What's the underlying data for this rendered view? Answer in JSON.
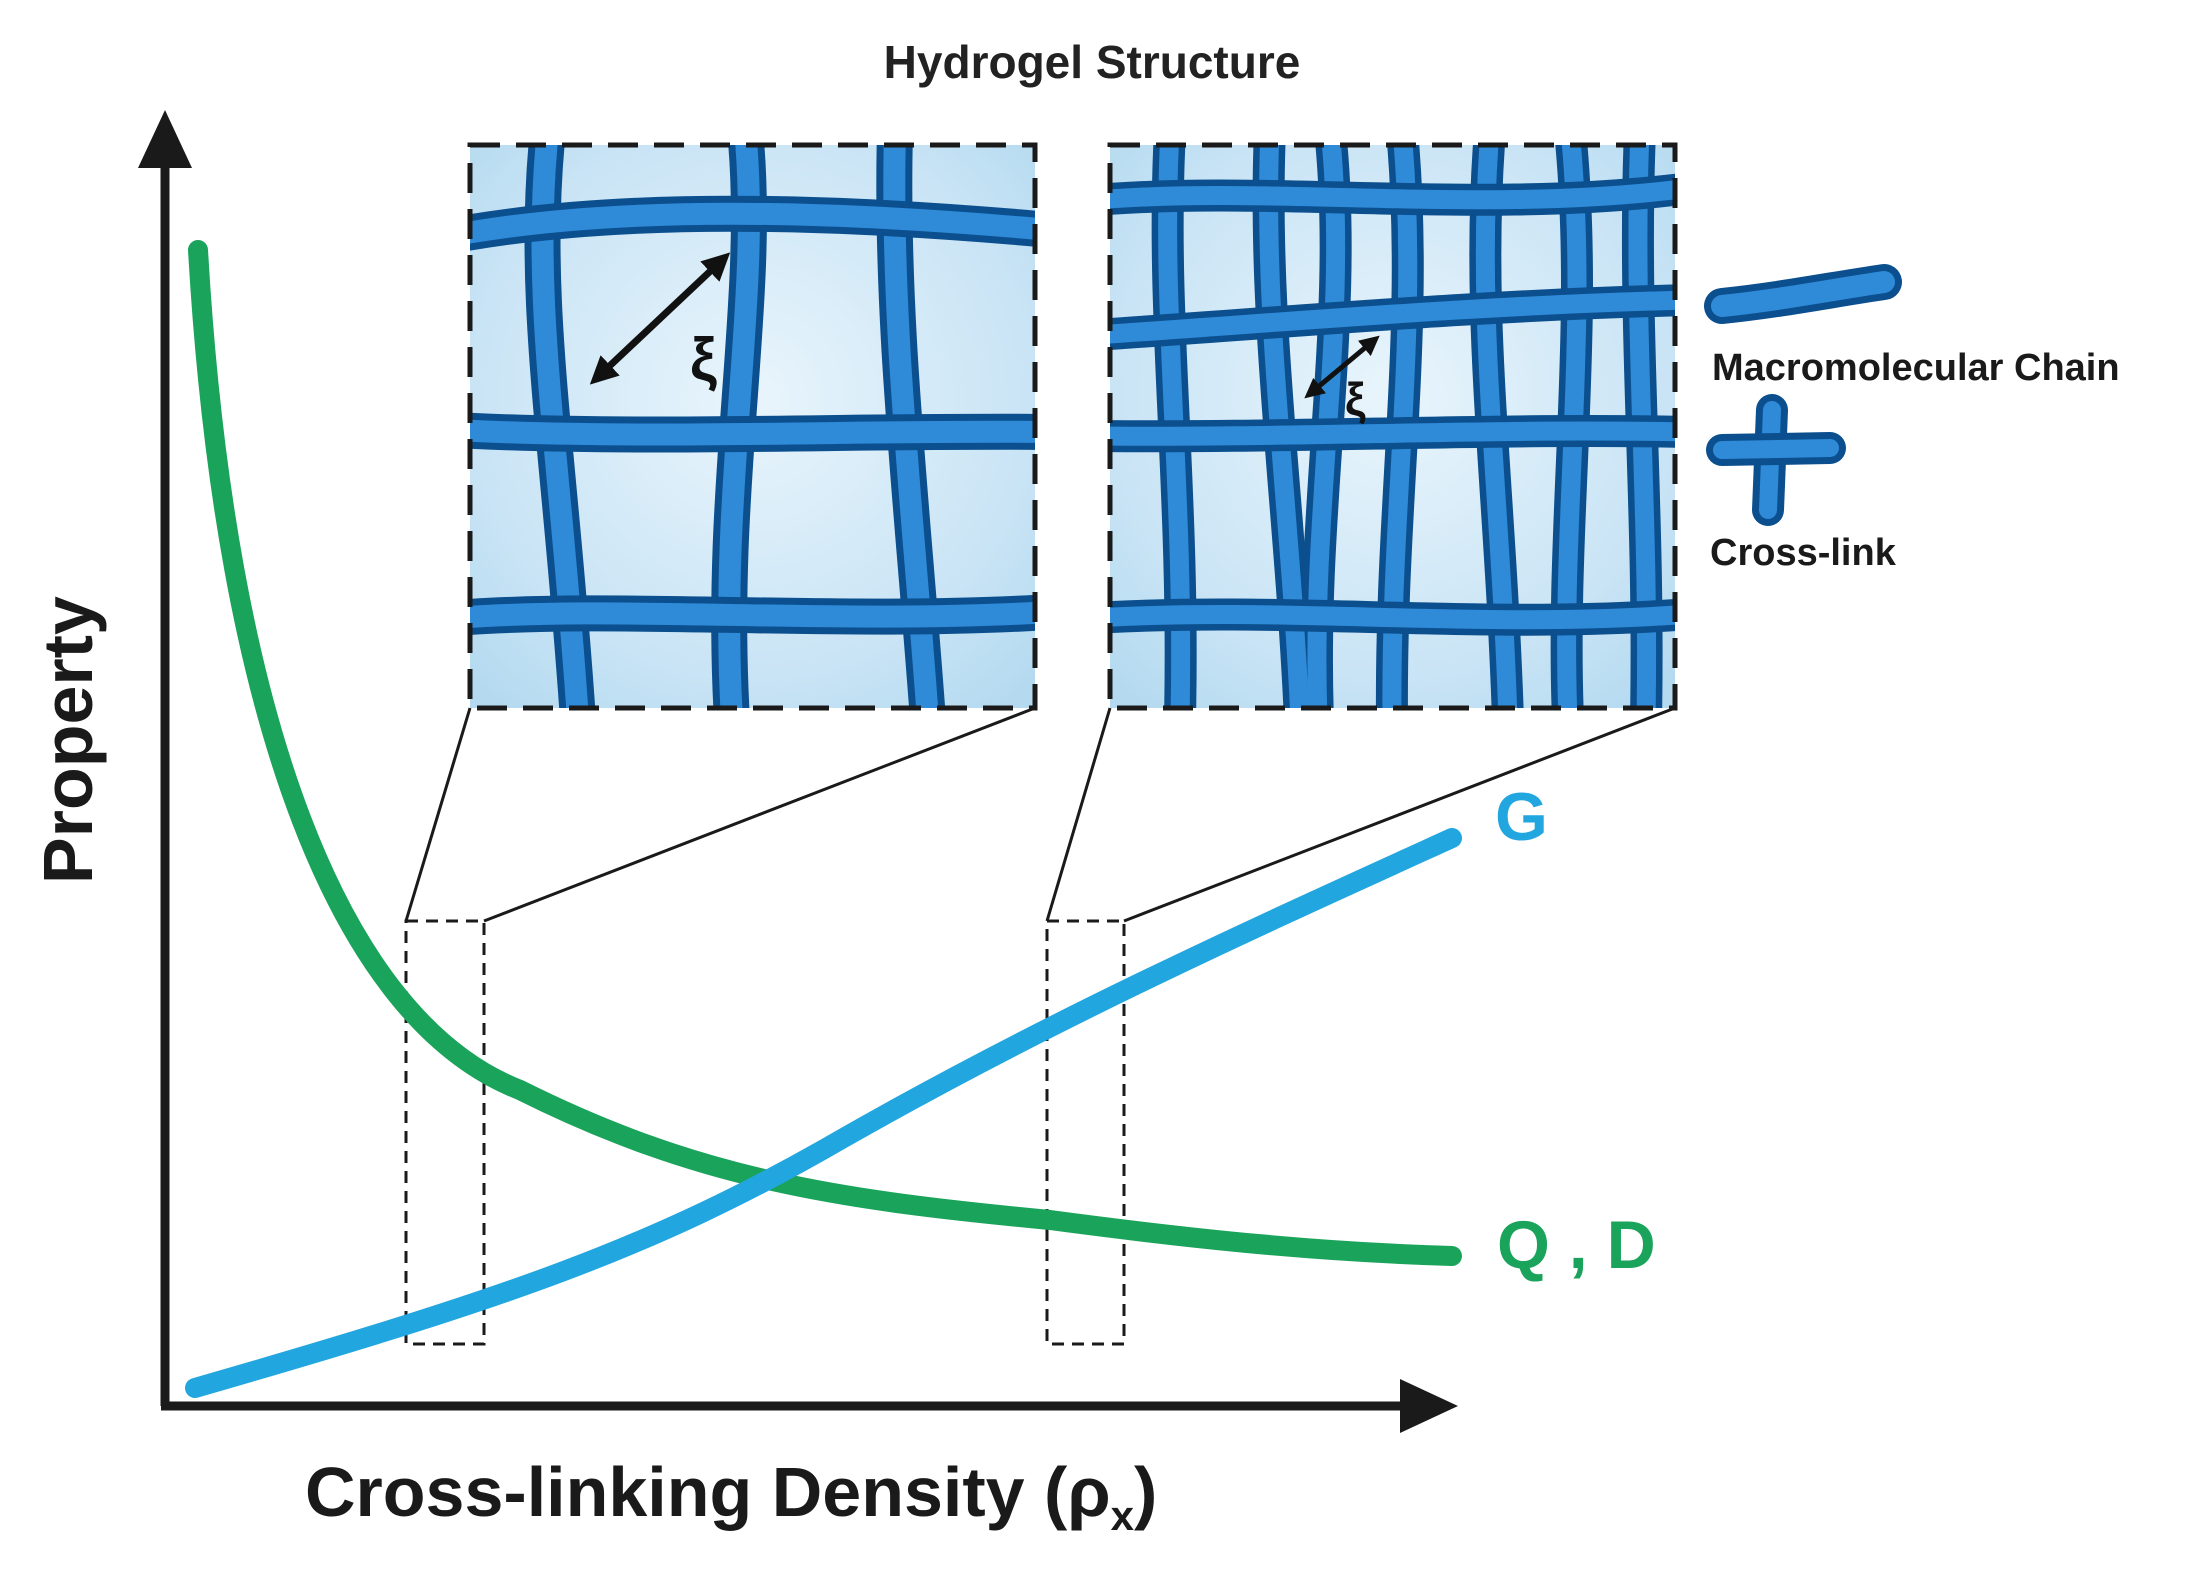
{
  "title": "Hydrogel Structure",
  "axes": {
    "ylabel": "Property",
    "xlabel": "Cross-linking Density (ρ",
    "xlabel_subscript": "x",
    "xlabel_close": ")"
  },
  "curves": {
    "rising_label": "G",
    "falling_label": "Q , D"
  },
  "colors": {
    "falling_curve": "#1aa35a",
    "rising_curve": "#22a6e0",
    "fiber_dark": "#0b4f8e",
    "fiber_mid": "#1a6fc0",
    "fiber_light": "#3f96dc",
    "water": "#cfe7f6",
    "axis": "#1a1a1a"
  },
  "insets": {
    "left": {
      "mesh_label": "ξ"
    },
    "right": {
      "mesh_label": "ξ"
    }
  },
  "legend": {
    "chain_label": "Macromolecular Chain",
    "crosslink_label": "Cross-link"
  }
}
